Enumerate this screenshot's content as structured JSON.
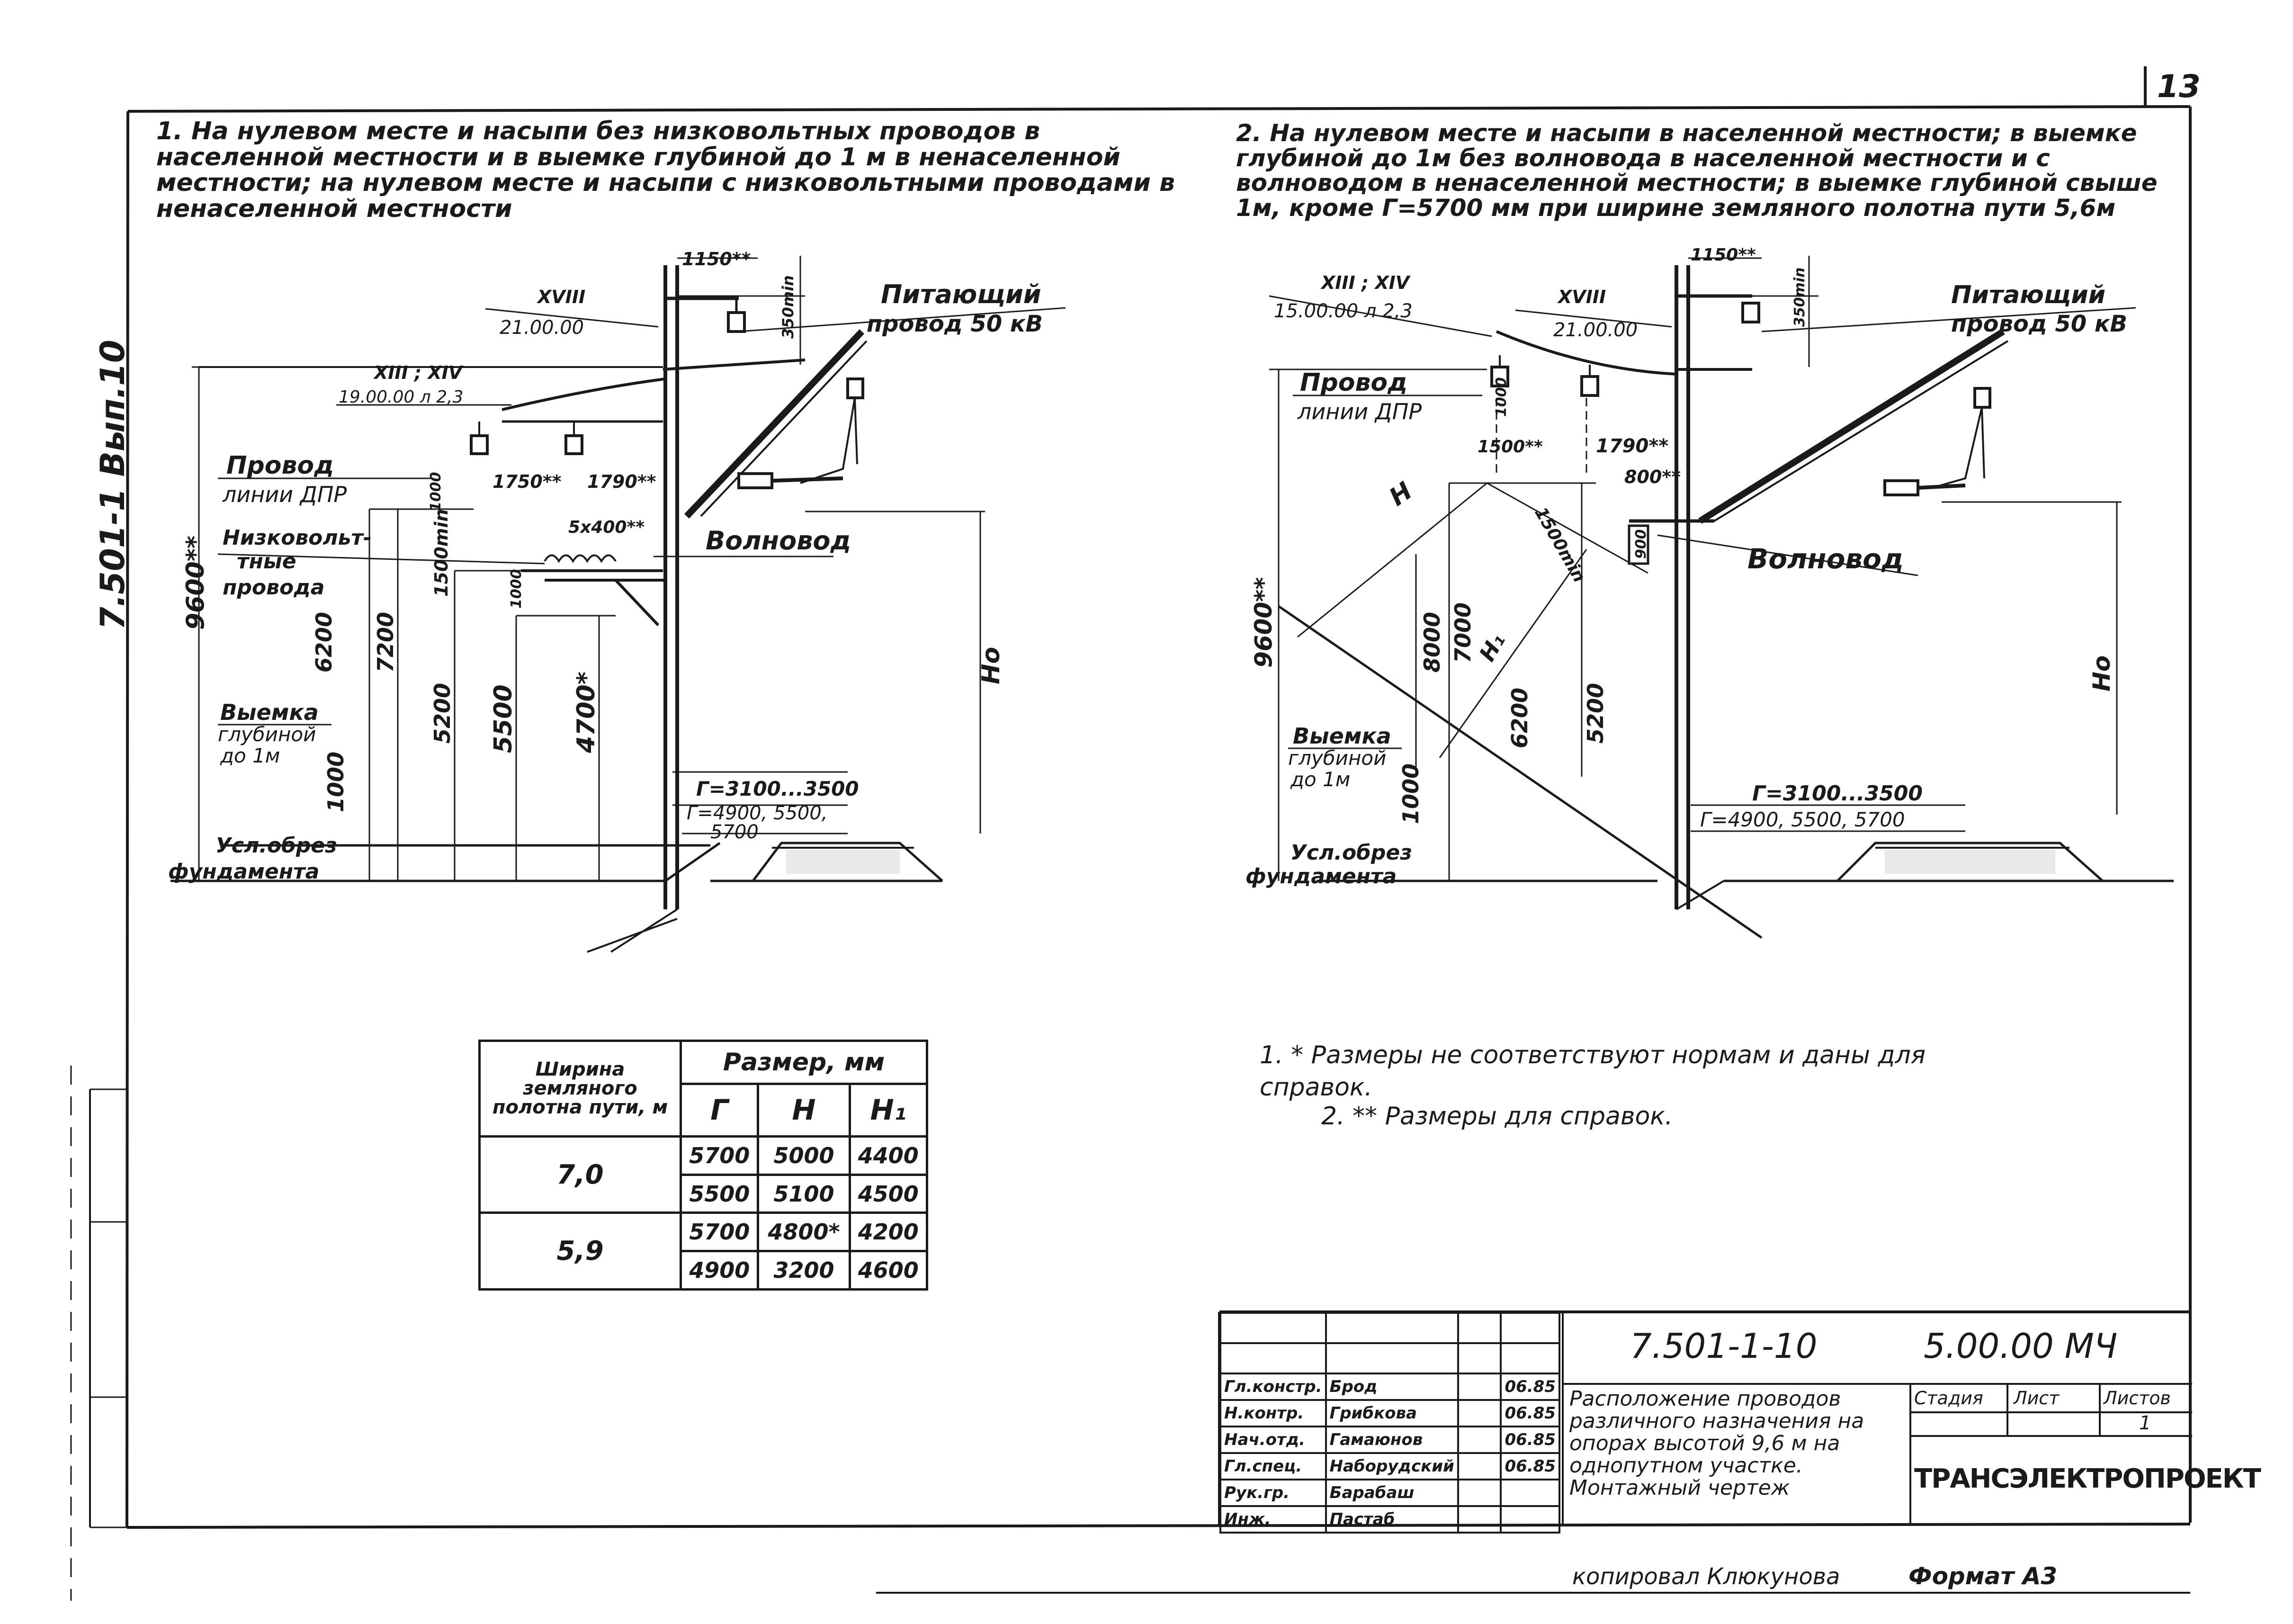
{
  "page_number": "13",
  "side_code": "7.501-1  Вып.10",
  "left": {
    "heading": "1. На нулевом месте и насыпи без низковольтных проводов в населенной местности и в выемке глубиной до 1 м в ненаселенной местности; на нулевом месте и насыпи с низковольтными проводами в ненаселенной местности",
    "labels": {
      "d1150": "1150**",
      "d350": "350min",
      "xviii": "XVIII",
      "xviii_num": "21.00.00",
      "pitayushchy": "Питающий",
      "provod_50": "провод 50 кВ",
      "xiii_xiv": "XIII ; XIV",
      "xiii_num": "19.00.00 л 2,3",
      "provod": "Провод",
      "linii_dpr": "линии ДПР",
      "d1750": "1750**",
      "d1790": "1790**",
      "d1000a": "1000",
      "d1500": "1500min",
      "d5x400": "5x400**",
      "nizkovolt1": "Низковольт-",
      "nizkovolt2": "тные",
      "nizkovolt3": "провода",
      "volnovod": "Волновод",
      "d1000b": "1000",
      "d9600": "9600**",
      "d6200": "6200",
      "d7200": "7200",
      "d5200": "5200",
      "d5500": "5500",
      "d4700": "4700*",
      "ho": "Но",
      "vyemka1": "Выемка",
      "vyemka2": "глубиной",
      "vyemka3": "до 1м",
      "d1000c": "1000",
      "g1": "Г=3100...3500",
      "g2": "Г=4900, 5500,",
      "g3": "5700",
      "usl1": "Усл.обрез",
      "usl2": "фундамента"
    }
  },
  "right": {
    "heading": "2. На нулевом месте и насыпи в населенной местности; в выемке глубиной до 1м без волновода в населенной местности и с волноводом в ненаселенной местности; в выемке глубиной свыше 1м, кроме Г=5700 мм при ширине земляного полотна пути 5,6м",
    "labels": {
      "d1150": "1150**",
      "d350": "350min",
      "xiii_xiv": "XIII ; XIV",
      "xiii_num": "15.00.00 л 2,3",
      "xviii": "XVIII",
      "xviii_num": "21.00.00",
      "pitayushchy": "Питающий",
      "provod_50": "провод 50 кВ",
      "provod": "Провод",
      "linii_dpr": "линии ДПР",
      "d1000": "1000",
      "d1500": "1500**",
      "d1790": "1790**",
      "d800": "800**",
      "h": "Н",
      "d1500b": "1500min",
      "d900": "900",
      "volnovod": "Волновод",
      "d9600": "9600**",
      "d7000": "7000",
      "d8000": "8000",
      "h1": "Н₁",
      "d5200": "5200",
      "d6200": "6200",
      "ho": "Но",
      "vyemka1": "Выемка",
      "vyemka2": "глубиной",
      "vyemka3": "до 1м",
      "d1000c": "1000",
      "g1": "Г=3100...3500",
      "g2": "Г=4900, 5500, 5700",
      "usl1": "Усл.обрез",
      "usl2": "фундамента"
    }
  },
  "table": {
    "head_col1": "Ширина земляного полотна пути, м",
    "head_group": "Размер, мм",
    "head_cols": [
      "Г",
      "Н",
      "Н₁"
    ],
    "groups": [
      {
        "width": "7,0",
        "rows": [
          [
            "5700",
            "5000",
            "4400"
          ],
          [
            "5500",
            "5100",
            "4500"
          ]
        ]
      },
      {
        "width": "5,9",
        "rows": [
          [
            "5700",
            "4800*",
            "4200"
          ],
          [
            "4900",
            "3200",
            "4600"
          ]
        ]
      }
    ]
  },
  "notes": [
    "1. * Размеры не соответствуют нормам и даны для справок.",
    "2. ** Размеры для справок."
  ],
  "title_block": {
    "doc_number": "7.501-1-10",
    "doc_code": "5.00.00 МЧ",
    "title": "Расположение проводов различного назначения на опорах высотой 9,6 м на однопутном участке. Монтажный чертеж",
    "stage_label": "Стадия",
    "sheet_label": "Лист",
    "sheets_label": "Листов",
    "sheets_value": "1",
    "org": "ТРАНСЭЛЕКТРОПРОЕКТ",
    "people": [
      {
        "role": "Гл.констр.",
        "name": "Брод",
        "date": "06.85"
      },
      {
        "role": "Н.контр.",
        "name": "Грибкова",
        "date": "06.85"
      },
      {
        "role": "Нач.отд.",
        "name": "Гамаюнов",
        "date": "06.85"
      },
      {
        "role": "Гл.спец.",
        "name": "Наборудский",
        "date": "06.85"
      },
      {
        "role": "Рук.гр.",
        "name": "Барабаш",
        "date": ""
      },
      {
        "role": "Инж.",
        "name": "Пастаб",
        "date": ""
      }
    ]
  },
  "footer": {
    "copied": "копировал Клюкунова",
    "format": "Формат А3"
  }
}
